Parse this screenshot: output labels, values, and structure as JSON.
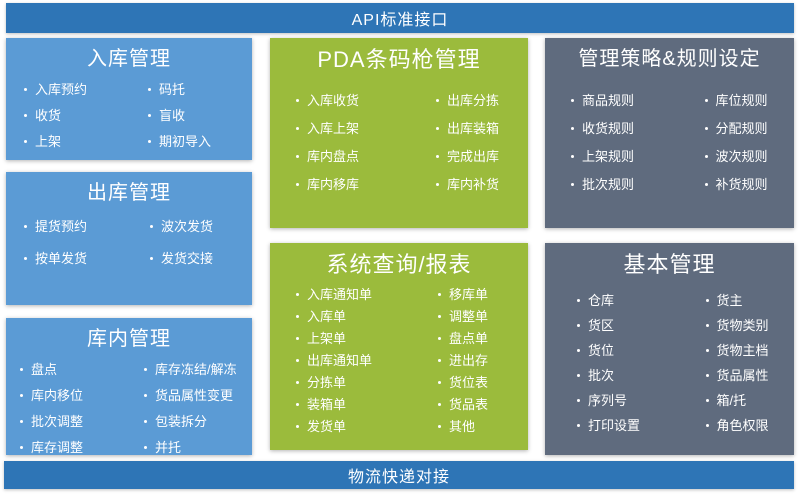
{
  "top_banner": {
    "label": "API标准接口"
  },
  "bottom_banner": {
    "label": "物流快递对接"
  },
  "colors": {
    "banner_blue": "#2E75B6",
    "card_blue": "#5B9BD5",
    "card_green": "#9BBB3C",
    "card_slate": "#5F6B7E",
    "text": "#FFFFFF",
    "background": "#FFFFFF"
  },
  "columns": {
    "left": {
      "cards": [
        {
          "title": "入库管理",
          "items": [
            "入库预约",
            "收货",
            "上架",
            "码托",
            "盲收",
            "期初导入"
          ]
        },
        {
          "title": "出库管理",
          "items": [
            "提货预约",
            "按单发货",
            "波次发货",
            "发货交接"
          ]
        },
        {
          "title": "库内管理",
          "items": [
            "盘点",
            "库内移位",
            "批次调整",
            "库存调整",
            "库存冻结/解冻",
            "货品属性变更",
            "包装拆分",
            "并托"
          ]
        }
      ]
    },
    "middle": {
      "cards": [
        {
          "title": "PDA条码枪管理",
          "items": [
            "入库收货",
            "入库上架",
            "库内盘点",
            "库内移库",
            "出库分拣",
            "出库装箱",
            "完成出库",
            "库内补货"
          ]
        },
        {
          "title": "系统查询/报表",
          "items": [
            "入库通知单",
            "入库单",
            "上架单",
            "出库通知单",
            "分拣单",
            "装箱单",
            "发货单",
            "移库单",
            "调整单",
            "盘点单",
            "进出存",
            "货位表",
            "货品表",
            "其他"
          ]
        }
      ]
    },
    "right": {
      "cards": [
        {
          "title": "管理策略&规则设定",
          "items": [
            "商品规则",
            "收货规则",
            "上架规则",
            "批次规则",
            "库位规则",
            "分配规则",
            "波次规则",
            "补货规则"
          ]
        },
        {
          "title": "基本管理",
          "items": [
            "仓库",
            "货区",
            "货位",
            "批次",
            "序列号",
            "打印设置",
            "货主",
            "货物类别",
            "货物主档",
            "货品属性",
            "箱/托",
            "角色权限"
          ]
        }
      ]
    }
  }
}
